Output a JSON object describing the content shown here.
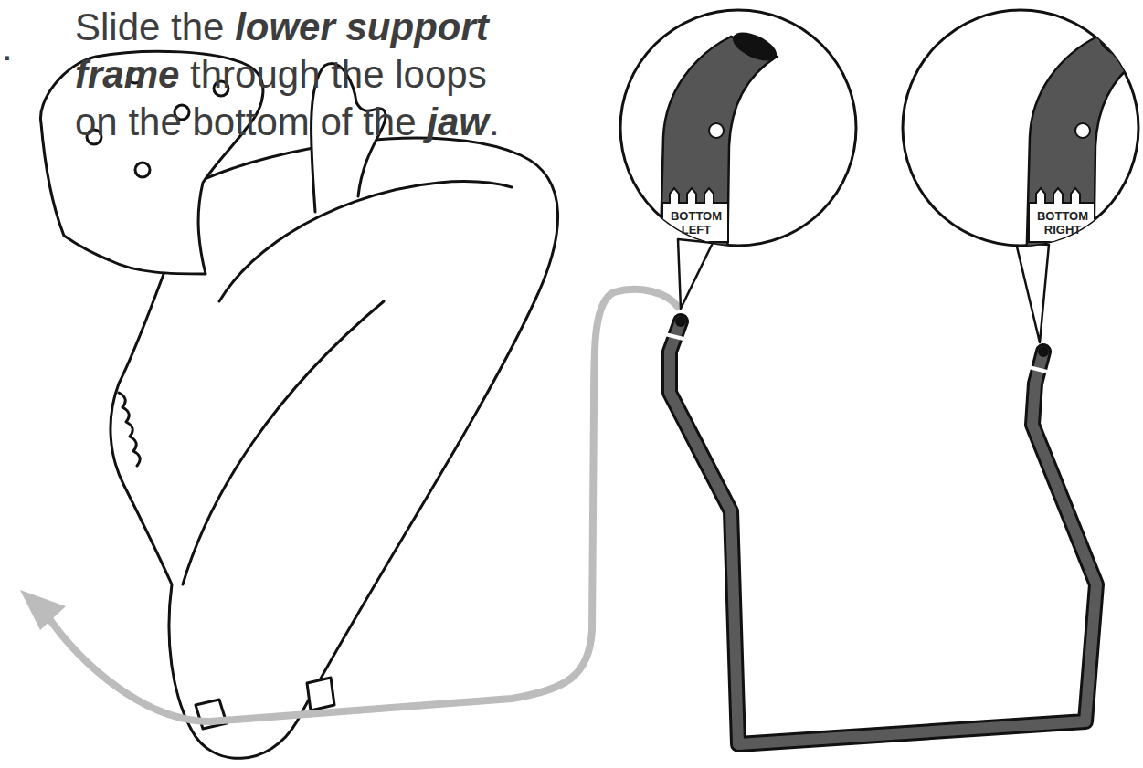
{
  "diagram": {
    "labels": [
      ".",
      "Slide the lower support frame through the loops on the bottom of the jaw.",
      "BOTTOM LEFT",
      "BOTTOM RIGHT"
    ]
  }
}
